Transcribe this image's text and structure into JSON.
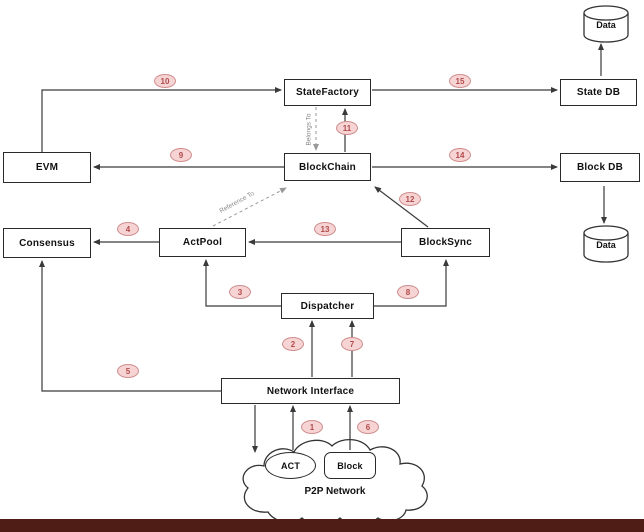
{
  "diagram": {
    "nodes": {
      "state_factory": "StateFactory",
      "state_db": "State DB",
      "data_top": "Data",
      "evm": "EVM",
      "blockchain": "BlockChain",
      "block_db": "Block DB",
      "data_right": "Data",
      "consensus": "Consensus",
      "actpool": "ActPool",
      "blocksync": "BlockSync",
      "dispatcher": "Dispatcher",
      "network_interface": "Network Interface",
      "p2p_network": "P2P Network",
      "act": "ACT",
      "block": "Block"
    },
    "edge_labels": {
      "belongs_to": "Belongs To",
      "reference_to": "Reference To"
    },
    "steps": [
      "1",
      "2",
      "3",
      "4",
      "5",
      "6",
      "7",
      "8",
      "9",
      "10",
      "11",
      "12",
      "13",
      "14",
      "15"
    ],
    "edges": [
      {
        "step": "1",
        "from": "ACT",
        "to": "Network Interface",
        "style": "solid"
      },
      {
        "step": "2",
        "from": "Network Interface",
        "to": "Dispatcher",
        "style": "solid"
      },
      {
        "step": "3",
        "from": "Dispatcher",
        "to": "ActPool",
        "style": "solid"
      },
      {
        "step": "4",
        "from": "ActPool",
        "to": "Consensus",
        "style": "solid"
      },
      {
        "step": "5",
        "from": "Network Interface",
        "to": "Consensus",
        "style": "solid"
      },
      {
        "step": "6",
        "from": "Block",
        "to": "Network Interface",
        "style": "solid"
      },
      {
        "step": "7",
        "from": "Network Interface",
        "to": "Dispatcher",
        "style": "solid"
      },
      {
        "step": "8",
        "from": "Dispatcher",
        "to": "BlockSync",
        "style": "solid"
      },
      {
        "step": "9",
        "from": "BlockChain",
        "to": "EVM",
        "style": "solid"
      },
      {
        "step": "10",
        "from": "EVM",
        "to": "StateFactory",
        "style": "solid"
      },
      {
        "step": "11",
        "from": "BlockChain",
        "to": "StateFactory",
        "style": "solid"
      },
      {
        "step": "12",
        "from": "BlockSync",
        "to": "BlockChain",
        "style": "solid"
      },
      {
        "step": "13",
        "from": "BlockSync",
        "to": "ActPool",
        "style": "solid"
      },
      {
        "step": "14",
        "from": "BlockChain",
        "to": "Block DB",
        "style": "solid"
      },
      {
        "step": "15",
        "from": "StateFactory",
        "to": "State DB",
        "style": "solid"
      },
      {
        "step": "",
        "from": "StateFactory",
        "to": "BlockChain",
        "style": "dashed",
        "label": "Belongs To"
      },
      {
        "step": "",
        "from": "ActPool",
        "to": "BlockChain",
        "style": "dashed",
        "label": "Reference To"
      },
      {
        "step": "",
        "from": "State DB",
        "to": "Data",
        "style": "solid"
      },
      {
        "step": "",
        "from": "Block DB",
        "to": "Data",
        "style": "solid"
      },
      {
        "step": "",
        "from": "Network Interface",
        "to": "P2P Network",
        "style": "solid"
      }
    ],
    "colors": {
      "badge_fill": "#f7d4d4",
      "badge_border": "#cf8d8d",
      "badge_text": "#b24b4b",
      "line": "#3a3a3a",
      "dashed_line": "#999999",
      "bottom_bar": "#4f1d15",
      "background": "#ffffff"
    }
  }
}
